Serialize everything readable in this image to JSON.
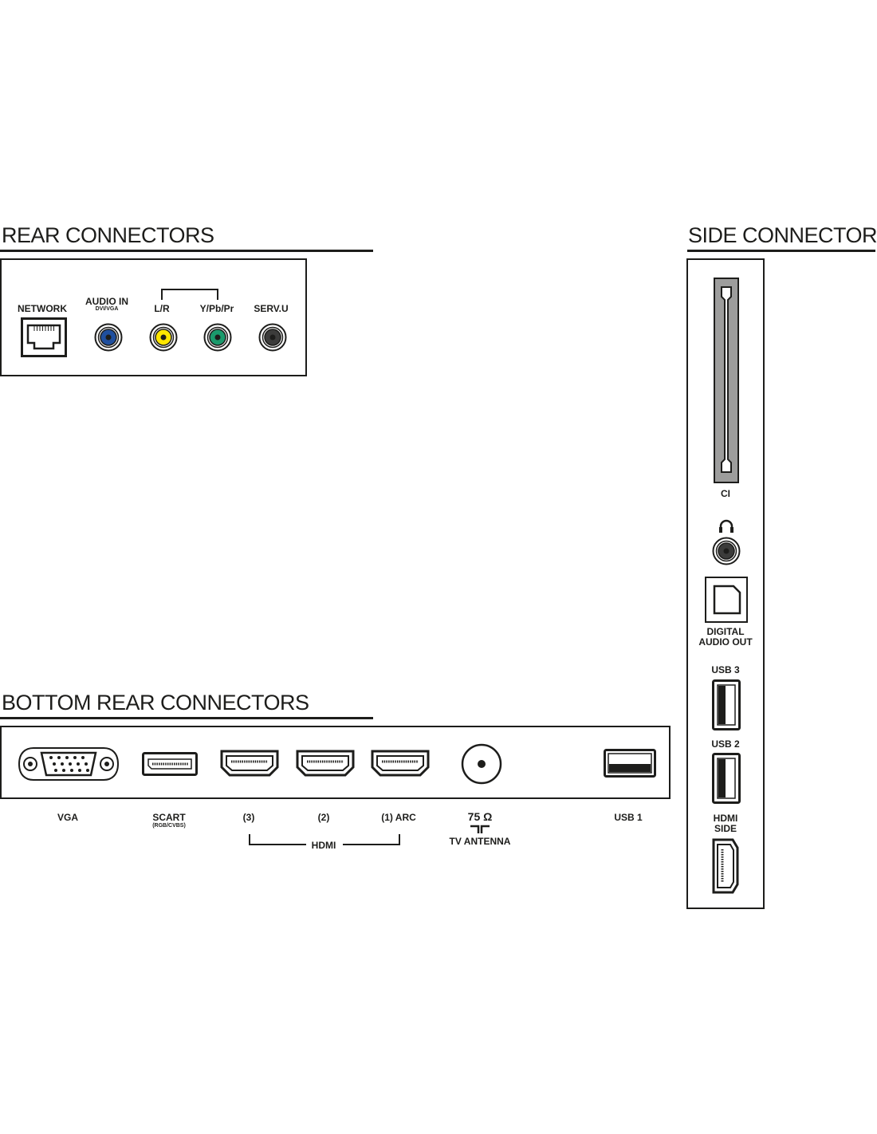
{
  "rear": {
    "title": "REAR CONNECTORS",
    "network": "NETWORK",
    "audio_in": "AUDIO IN",
    "audio_in_sub": "DVI/VGA",
    "lr": "L/R",
    "ypbpr": "Y/Pb/Pr",
    "servu": "SERV.U"
  },
  "side": {
    "title": "SIDE CONNECTORS",
    "ci": "CI",
    "digital_audio_out_1": "DIGITAL",
    "digital_audio_out_2": "AUDIO OUT",
    "usb3": "USB 3",
    "usb2": "USB 2",
    "hdmi_side_1": "HDMI",
    "hdmi_side_2": "SIDE"
  },
  "bottom": {
    "title": "BOTTOM REAR CONNECTORS",
    "vga": "VGA",
    "scart": "SCART",
    "scart_sub": "(RGB/CVBS)",
    "hdmi3": "(3)",
    "hdmi2": "(2)",
    "hdmi1": "(1) ARC",
    "hdmi_group": "HDMI",
    "antenna_ohm": "75 Ω",
    "antenna": "TV ANTENNA",
    "usb1": "USB 1"
  },
  "colors": {
    "ink": "#1d1d1b",
    "audio_blue": "#1f4f9e",
    "video_yellow": "#ffe600",
    "video_green": "#1a9a6c",
    "serv_grey": "#3c3c3b",
    "ci_grey": "#9d9d9c"
  }
}
